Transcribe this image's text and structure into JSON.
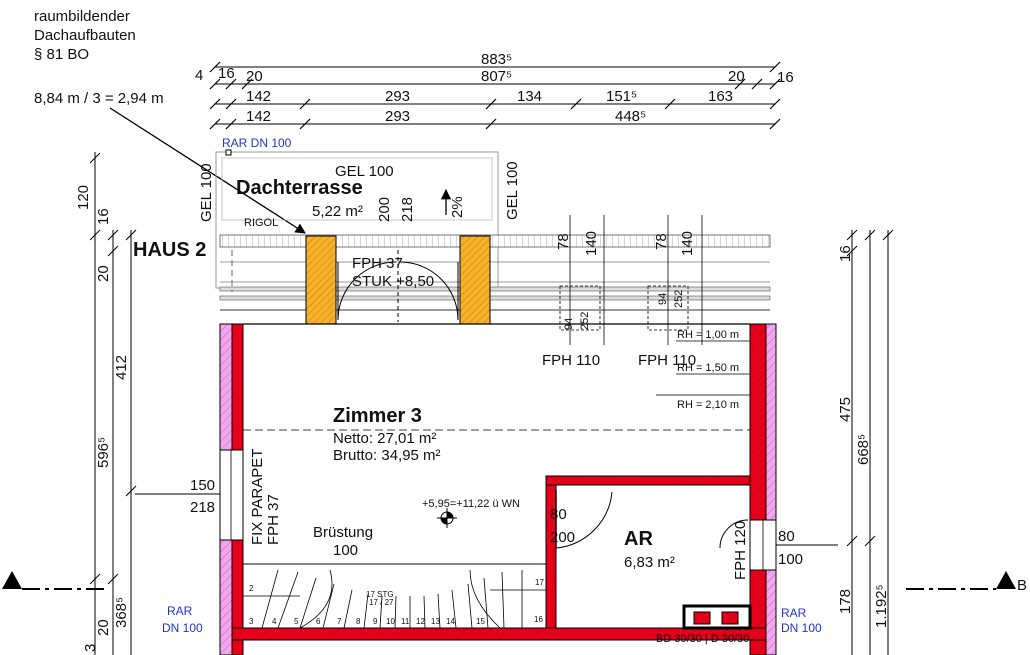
{
  "note": {
    "line1": "raumbildender",
    "line2": "Dachaufbauten",
    "line3": "§ 81 BO",
    "calc": "8,84 m / 3 = 2,94 m"
  },
  "dims_top": {
    "row1_total": "883⁵",
    "row2_total": "807⁵",
    "row2": [
      "4",
      "16",
      "20",
      "20",
      "16"
    ],
    "row3": [
      "142",
      "293",
      "134",
      "151⁵",
      "163"
    ],
    "row4": [
      "142",
      "293",
      "448⁵"
    ]
  },
  "dims_left": [
    "120",
    "16",
    "20",
    "412",
    "596⁵",
    "368⁵",
    "20",
    "3"
  ],
  "dims_right": [
    "16",
    "475",
    "668⁵",
    "178",
    "1.192⁵"
  ],
  "terrace": {
    "rar": "RAR DN 100",
    "gel_top": "GEL 100",
    "gel_left": "GEL 100",
    "gel_right": "GEL 100",
    "name": "Dachterrasse",
    "area": "5,22 m²",
    "rigol": "RIGOL",
    "slope": "2%",
    "d200": "200",
    "d218": "218"
  },
  "house_label": "HAUS 2",
  "door_label": {
    "line1": "FPH 37",
    "line2": "STUK +8,50"
  },
  "skylights": {
    "d78a": "78",
    "d140a": "140",
    "d78b": "78",
    "d140b": "140",
    "d94a": "94",
    "d252a": "252",
    "d94b": "94",
    "d252b": "252",
    "fph1": "FPH 110",
    "fph2": "FPH 110",
    "rh1": "RH = 1,00 m",
    "rh2": "RH = 1,50 m",
    "rh3": "RH = 2,10 m"
  },
  "room": {
    "name": "Zimmer 3",
    "netto": "Netto: 27,01 m²",
    "brutto": "Brutto: 34,95 m²",
    "level": "+5,95=+11,22 ü WN",
    "bruestung": "Brüstung",
    "bruestung_val": "100",
    "window_left_a": "150",
    "window_left_b": "218",
    "fix": "FIX PARAPET",
    "fph37": "FPH 37"
  },
  "ar": {
    "name": "AR",
    "area": "6,83 m²",
    "door_a": "80",
    "door_b": "200",
    "fph120": "FPH 120",
    "win_a": "80",
    "win_b": "100"
  },
  "stairs": {
    "label": "17 STG",
    "ratio": "17 / 27",
    "steps": [
      "2",
      "3",
      "4",
      "5",
      "6",
      "7",
      "8",
      "9",
      "10",
      "11",
      "12",
      "13",
      "14",
      "15",
      "16",
      "17"
    ]
  },
  "rar_left": {
    "line1": "RAR",
    "line2": "DN 100"
  },
  "rar_right": {
    "line1": "RAR",
    "line2": "DN 100"
  },
  "beam": "BD 30/30 | D 30/30",
  "section": "B"
}
